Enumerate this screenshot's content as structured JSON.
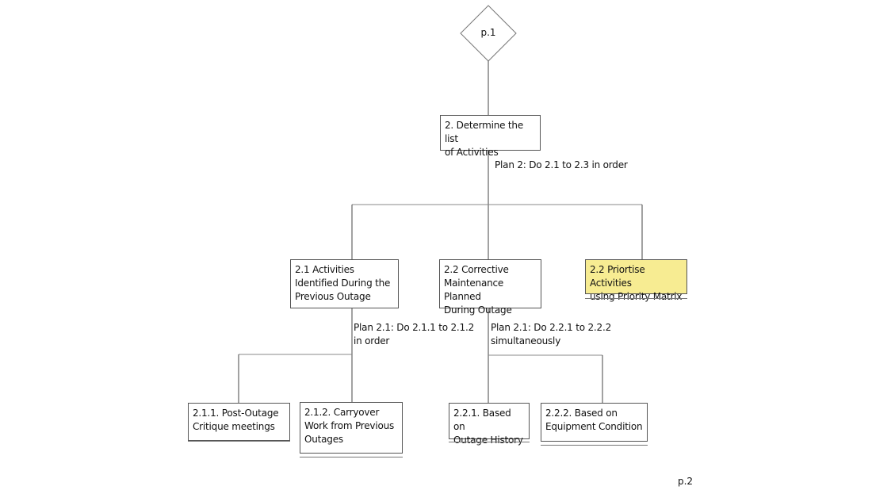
{
  "diagram": {
    "type": "hierarchical-task-analysis",
    "connector_top": {
      "label": "p.1",
      "shape": "diamond"
    },
    "connector_bottom": {
      "label": "p.2"
    },
    "root": {
      "id": "2",
      "label": "2. Determine the list\nof Activities",
      "plan": "Plan 2: Do 2.1 to 2.3 in order"
    },
    "level1": [
      {
        "id": "2.1",
        "label": "2.1 Activities\nIdentified During the\nPrevious Outage",
        "plan": "Plan 2.1: Do 2.1.1 to 2.1.2\nin order"
      },
      {
        "id": "2.2",
        "label": "2.2 Corrective\nMaintenance Planned\nDuring Outage",
        "plan": "Plan 2.1: Do 2.2.1 to 2.2.2\nsimultaneously"
      },
      {
        "id": "2.3",
        "label": "2.2 Priortise Activities\nusing Priority Matrix",
        "highlighted": true,
        "highlight_color": "#f7ec92",
        "terminal": true
      }
    ],
    "level2": [
      {
        "id": "2.1.1",
        "parent": "2.1",
        "label": "2.1.1. Post-Outage\nCritique meetings",
        "terminal": true
      },
      {
        "id": "2.1.2",
        "parent": "2.1",
        "label": "2.1.2. Carryover\nWork from Previous\nOutages",
        "terminal": true
      },
      {
        "id": "2.2.1",
        "parent": "2.2",
        "label": "2.2.1. Based on\nOutage History",
        "terminal": true
      },
      {
        "id": "2.2.2",
        "parent": "2.2",
        "label": "2.2.2. Based on\nEquipment Condition",
        "terminal": true
      }
    ]
  }
}
